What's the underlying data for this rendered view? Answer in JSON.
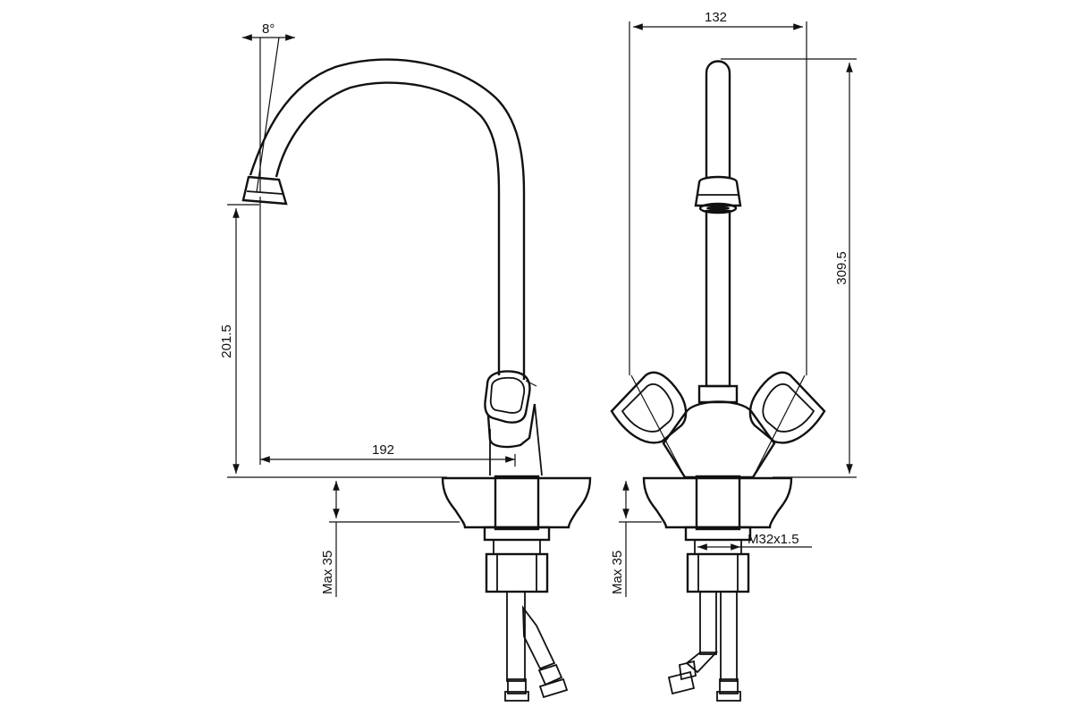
{
  "dimensions": {
    "angle": "8°",
    "height_spout": "201.5",
    "reach": "192",
    "width": "132",
    "height_total": "309.5",
    "thread": "M32x1.5",
    "mount_left": "Max 35",
    "mount_right": "Max 35"
  },
  "colors": {
    "line": "#111111",
    "background": "#ffffff"
  }
}
